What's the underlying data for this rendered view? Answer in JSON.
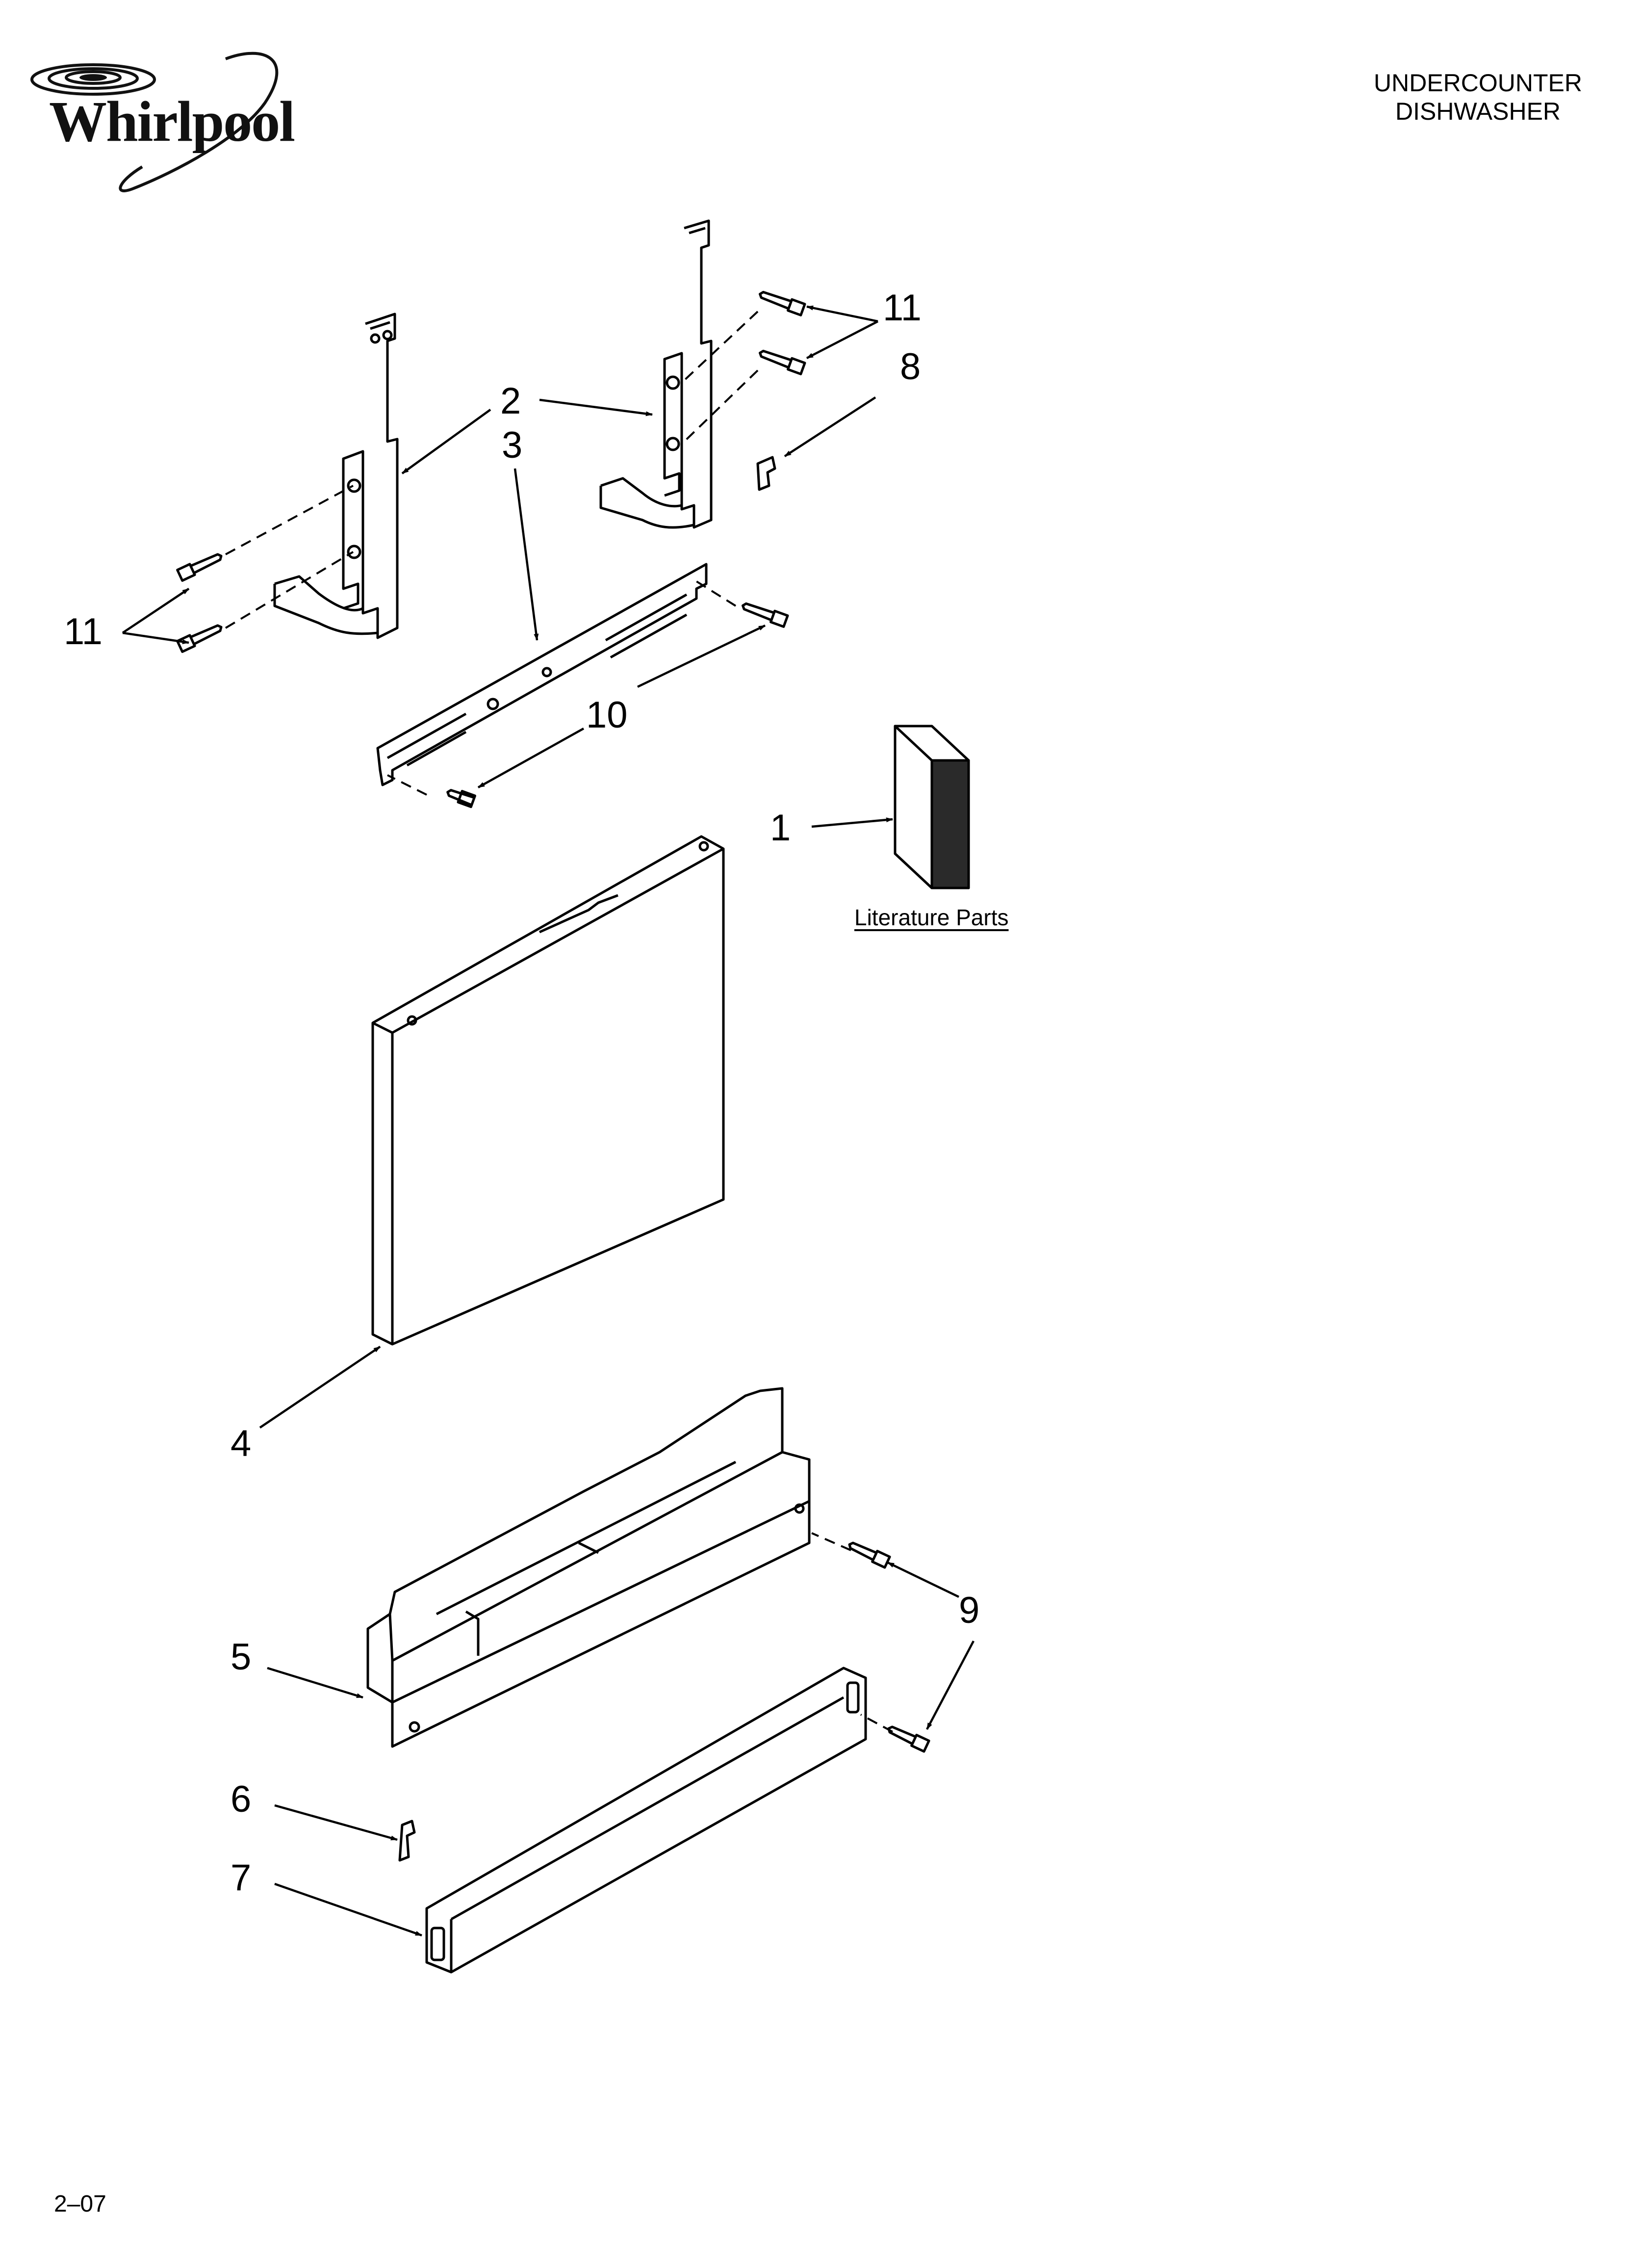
{
  "brand": {
    "name": "Whirlpool"
  },
  "header": {
    "line1": "UNDERCOUNTER",
    "line2": "DISHWASHER"
  },
  "footer": {
    "code": "2–07"
  },
  "literature": {
    "caption": "Literature Parts"
  },
  "callouts": {
    "c1": "1",
    "c2": "2",
    "c3": "3",
    "c4": "4",
    "c5": "5",
    "c6": "6",
    "c7": "7",
    "c8": "8",
    "c9": "9",
    "c10": "10",
    "c11_left": "11",
    "c11_right": "11"
  },
  "colors": {
    "ink": "#000000",
    "paper": "#ffffff",
    "book_front": "#ffffff",
    "book_side": "#2a2a2a"
  }
}
